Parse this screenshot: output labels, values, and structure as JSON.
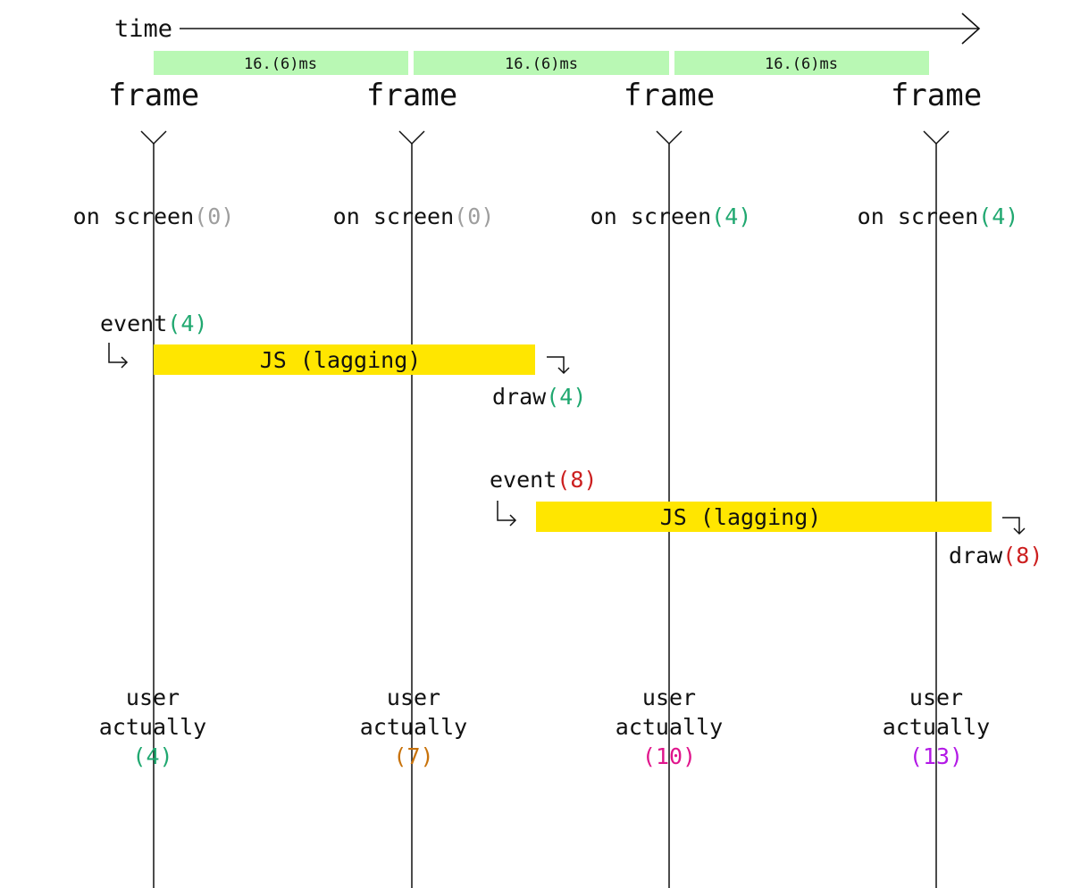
{
  "time_axis": {
    "label": "time",
    "segment_label": "16.(6)ms",
    "segment_count": 3
  },
  "frames": [
    {
      "label": "frame",
      "on_screen_value": "0",
      "user_actually_value": "4"
    },
    {
      "label": "frame",
      "on_screen_value": "0",
      "user_actually_value": "7"
    },
    {
      "label": "frame",
      "on_screen_value": "4",
      "user_actually_value": "10"
    },
    {
      "label": "frame",
      "on_screen_value": "4",
      "user_actually_value": "13"
    }
  ],
  "labels": {
    "on_screen": "on screen",
    "user": "user",
    "actually": "actually",
    "event": "event",
    "draw": "draw",
    "js_block": "JS (lagging)",
    "open_paren": "(",
    "close_paren": ")"
  },
  "tasks": [
    {
      "event_value": "4",
      "draw_value": "4"
    },
    {
      "event_value": "8",
      "draw_value": "8"
    }
  ],
  "colors": {
    "segment_fill": "#b9f8b4",
    "js_fill": "#ffe600",
    "line": "#111111",
    "value_gray": "#9e9e9e",
    "value_green": "#20a870",
    "value_red": "#cc1f1f",
    "value_orange": "#c8720a",
    "value_magenta": "#e0158c",
    "value_purple": "#b31ae6"
  }
}
